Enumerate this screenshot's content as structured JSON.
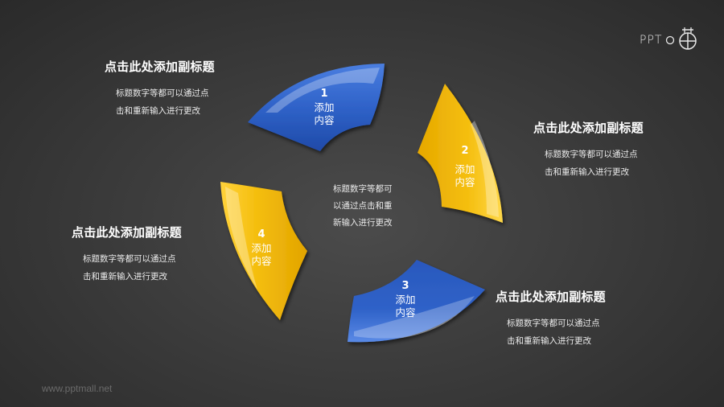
{
  "logo": {
    "text": "PPT",
    "icon": "ppt-logo-circle-cross-icon"
  },
  "watermark": "www.pptmall.net",
  "center_text": [
    "标题数字等都可",
    "以通过点击和重",
    "新输入进行更改"
  ],
  "segments": [
    {
      "number": "1",
      "line1": "添加",
      "line2": "内容",
      "color": "#2f5fc4"
    },
    {
      "number": "2",
      "line1": "添加",
      "line2": "内容",
      "color": "#f1b500"
    },
    {
      "number": "3",
      "line1": "添加",
      "line2": "内容",
      "color": "#2f5fc4"
    },
    {
      "number": "4",
      "line1": "添加",
      "line2": "内容",
      "color": "#f1b500"
    }
  ],
  "blocks": [
    {
      "title": "点击此处添加副标题",
      "desc1": "标题数字等都可以通过点",
      "desc2": "击和重新输入进行更改"
    },
    {
      "title": "点击此处添加副标题",
      "desc1": "标题数字等都可以通过点",
      "desc2": "击和重新输入进行更改"
    },
    {
      "title": "点击此处添加副标题",
      "desc1": "标题数字等都可以通过点",
      "desc2": "击和重新输入进行更改"
    },
    {
      "title": "点击此处添加副标题",
      "desc1": "标题数字等都可以通过点",
      "desc2": "击和重新输入进行更改"
    }
  ],
  "colors": {
    "blue": "#2f5fc4",
    "yellow": "#f1b500",
    "background": "#3a3a3a"
  }
}
